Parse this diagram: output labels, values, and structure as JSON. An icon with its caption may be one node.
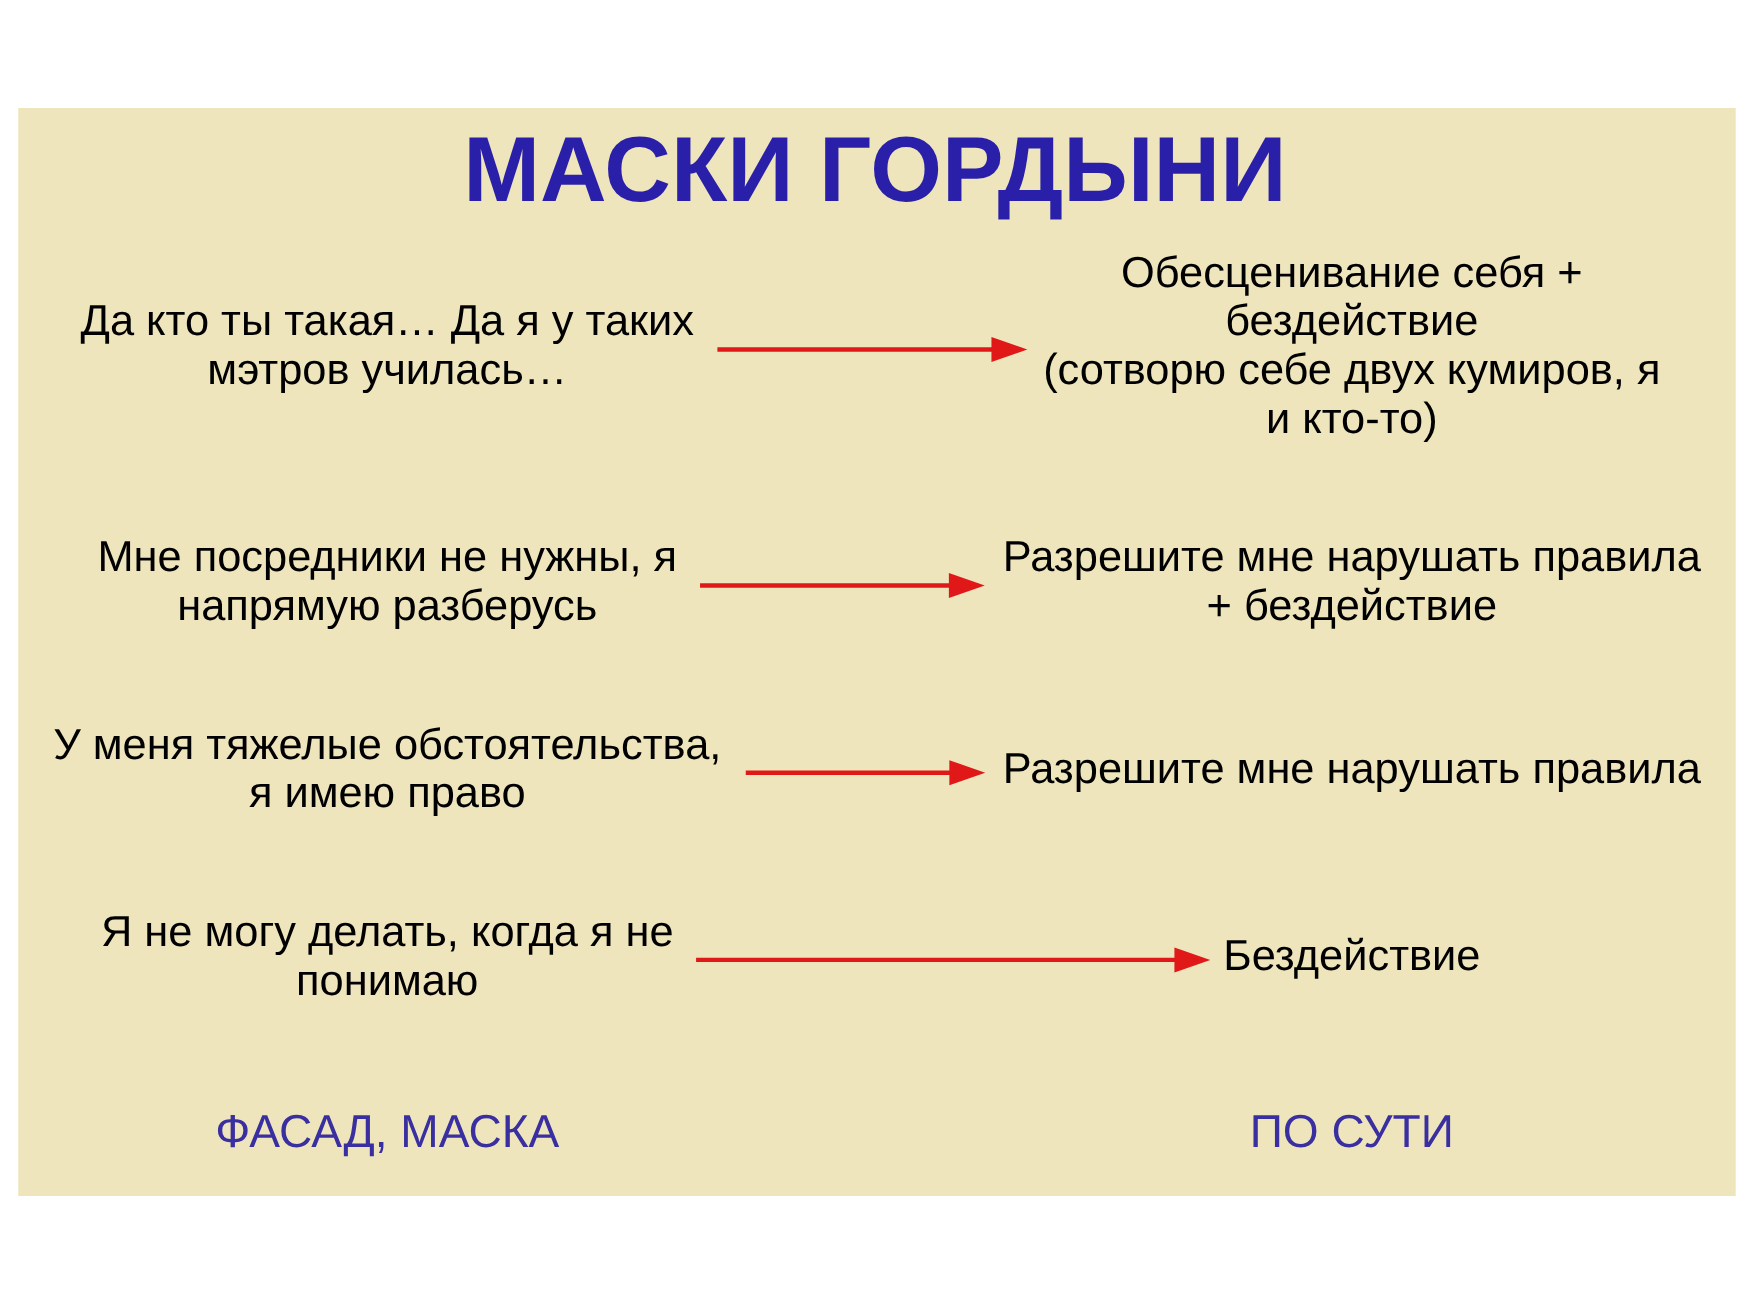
{
  "diagram": {
    "title": "МАСКИ ГОРДЫНИ",
    "nodes": [
      {
        "text": [
          "Я не могу делать, когда я не понимаю"
        ]
      },
      {
        "text": [
          "Бездействие"
        ]
      },
      {
        "text": [
          "У меня тяжелые обстоятельства, я имею право"
        ]
      },
      {
        "text": [
          "Разрешите мне нарушать правила"
        ]
      },
      {
        "text": [
          "Мне посредники не нужны, я напрямую разберусь"
        ]
      },
      {
        "text": [
          "Разрешите мне нарушать правила + бездействие"
        ]
      },
      {
        "text": [
          "Да кто ты такая… Да я у таких мэтров училась…"
        ]
      },
      {
        "text": [
          "Обесценивание себя + бездействие",
          "(сотворю себе двух кумиров, я и кто-то)"
        ]
      }
    ],
    "edges": [
      {
        "from": 0,
        "to": 1,
        "arrow": "to"
      },
      {
        "from": 2,
        "to": 3,
        "arrow": "to"
      },
      {
        "from": 4,
        "to": 5,
        "arrow": "to"
      },
      {
        "from": 6,
        "to": 7,
        "arrow": "to"
      }
    ],
    "labels": [
      "ФАСАД, МАСКА",
      "ПО СУТИ"
    ]
  }
}
